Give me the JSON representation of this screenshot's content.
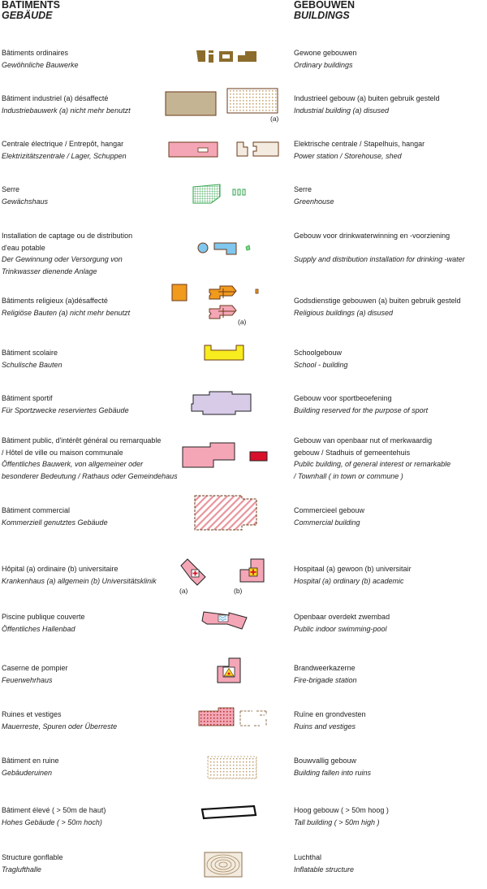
{
  "header": {
    "left_fr": "BATIMENTS",
    "left_de": "GEBÄUDE",
    "right_nl": "GEBOUWEN",
    "right_en": "BUILDINGS"
  },
  "colors": {
    "brown": "#8c6c2c",
    "industrial": "#c4b493",
    "pink": "#f4a6b6",
    "outline": "#6b3a1a",
    "green": "#2fa34a",
    "blue": "#7fc7ee",
    "orange": "#f09a1e",
    "yellow": "#f7ec1e",
    "violet": "#d7cbe8",
    "red": "#d9102a",
    "hatch": "#e8949c",
    "stipple": "#c8a878"
  },
  "rows": [
    {
      "id": "ordinary",
      "left": [
        "Bâtiments ordinaires",
        "Gewöhnliche Bauwerke"
      ],
      "right": [
        "Gewone gebouwen",
        "Ordinary buildings"
      ],
      "symbol": "brown-blocks-icon"
    },
    {
      "id": "industrial",
      "left": [
        "Bâtiment industriel    (a) désaffecté",
        "Industriebauwerk    (a) nicht mehr benutzt"
      ],
      "right": [
        "Industrieel gebouw      (a) buiten gebruik gesteld",
        "Industrial building    (a) disused"
      ],
      "symbol": "industrial-building-icon",
      "note": "(a)"
    },
    {
      "id": "power",
      "left": [
        "Centrale électrique / Entrepôt, hangar",
        "Elektrizitätszentrale / Lager, Schuppen"
      ],
      "right": [
        "Elektrische centrale / Stapelhuis, hangar",
        "Power station  / Storehouse, shed"
      ],
      "symbol": "power-station-icon"
    },
    {
      "id": "greenhouse",
      "left": [
        "Serre",
        "Gewächshaus"
      ],
      "right": [
        "Serre",
        "Greenhouse"
      ],
      "symbol": "greenhouse-icon"
    },
    {
      "id": "water",
      "left": [
        "Installation de captage ou de distribution",
        "d'eau potable",
        "Der Gewinnung oder Versorgung von",
        "Trinkwasser dienende Anlage"
      ],
      "right": [
        "Gebouw voor drinkwaterwinning en -voorziening",
        "Supply and distribution installation for drinking -water"
      ],
      "symbol": "water-installation-icon"
    },
    {
      "id": "religious",
      "left": [
        "Bâtiments religieux     (a)désaffecté",
        "Religiöse Bauten    (a) nicht mehr benutzt"
      ],
      "right": [
        "Godsdienstige gebouwen    (a) buiten gebruik gesteld",
        "Religious buildings    (a) disused"
      ],
      "symbol": "religious-building-icon",
      "note": "(a)"
    },
    {
      "id": "school",
      "left": [
        "Bâtiment scolaire",
        "Schulische Bauten"
      ],
      "right": [
        "Schoolgebouw",
        "School - building"
      ],
      "symbol": "school-icon"
    },
    {
      "id": "sport",
      "left": [
        "Bâtiment sportif",
        "Für Sportzwecke reserviertes Gebäude"
      ],
      "right": [
        "Gebouw voor sportbeoefening",
        "Building reserved for the purpose of sport"
      ],
      "symbol": "sport-building-icon"
    },
    {
      "id": "public",
      "left": [
        "Bâtiment public, d'intérêt général ou remarquable",
        " / Hôtel de ville ou maison communale",
        "Öffentliches Bauwerk, von allgemeiner oder",
        "besonderer Bedeutung  / Rathaus oder Gemeindehaus"
      ],
      "right": [
        "Gebouw van openbaar nut of merkwaardig",
        "gebouw / Stadhuis of gemeentehuis",
        "Public building, of general interest or remarkable",
        " /  Townhall ( in town or commune )"
      ],
      "symbol": "public-building-icon"
    },
    {
      "id": "commercial",
      "left": [
        "Bâtiment commercial",
        "Kommerziell genutztes Gebäude"
      ],
      "right": [
        "Commercieel gebouw",
        "Commercial building"
      ],
      "symbol": "commercial-building-icon"
    },
    {
      "id": "hospital",
      "left": [
        "Hôpital     (a) ordinaire     (b) universitaire",
        "Krankenhaus  (a) allgemein  (b) Universitätsklinik"
      ],
      "right": [
        "Hospitaal   (a) gewoon    (b) universitair",
        "Hospital    (a) ordinary   (b) academic"
      ],
      "symbol": "hospital-icon",
      "note_a": "(a)",
      "note_b": "(b)"
    },
    {
      "id": "pool",
      "left": [
        "Piscine publique couverte",
        "Öffentliches Hallenbad"
      ],
      "right": [
        "Openbaar overdekt zwembad",
        "Public indoor swimming-pool"
      ],
      "symbol": "swimming-pool-icon"
    },
    {
      "id": "fire",
      "left": [
        "Caserne de pompier",
        "Feuerwehrhaus"
      ],
      "right": [
        "Brandweerkazerne",
        "Fire-brigade station"
      ],
      "symbol": "fire-station-icon"
    },
    {
      "id": "ruins",
      "left": [
        "Ruines et vestiges",
        "Mauerreste, Spuren oder Überreste"
      ],
      "right": [
        "Ruïne en grondvesten",
        "Ruins and vestiges"
      ],
      "symbol": "ruins-icon"
    },
    {
      "id": "fallen",
      "left": [
        "Bâtiment en ruine",
        "Gebäuderuinen"
      ],
      "right": [
        "Bouwvallig gebouw",
        "Building fallen into ruins"
      ],
      "symbol": "building-in-ruin-icon"
    },
    {
      "id": "tall",
      "left": [
        "Bâtiment élevé ( > 50m de haut)",
        "Hohes Gebäude ( > 50m hoch)"
      ],
      "right": [
        "Hoog gebouw ( > 50m hoog )",
        "Tall building ( > 50m high )"
      ],
      "symbol": "tall-building-icon"
    },
    {
      "id": "inflatable",
      "left": [
        "Structure gonflable",
        "Traglufthalle"
      ],
      "right": [
        "Luchthal",
        "Inflatable structure"
      ],
      "symbol": "inflatable-structure-icon"
    }
  ]
}
